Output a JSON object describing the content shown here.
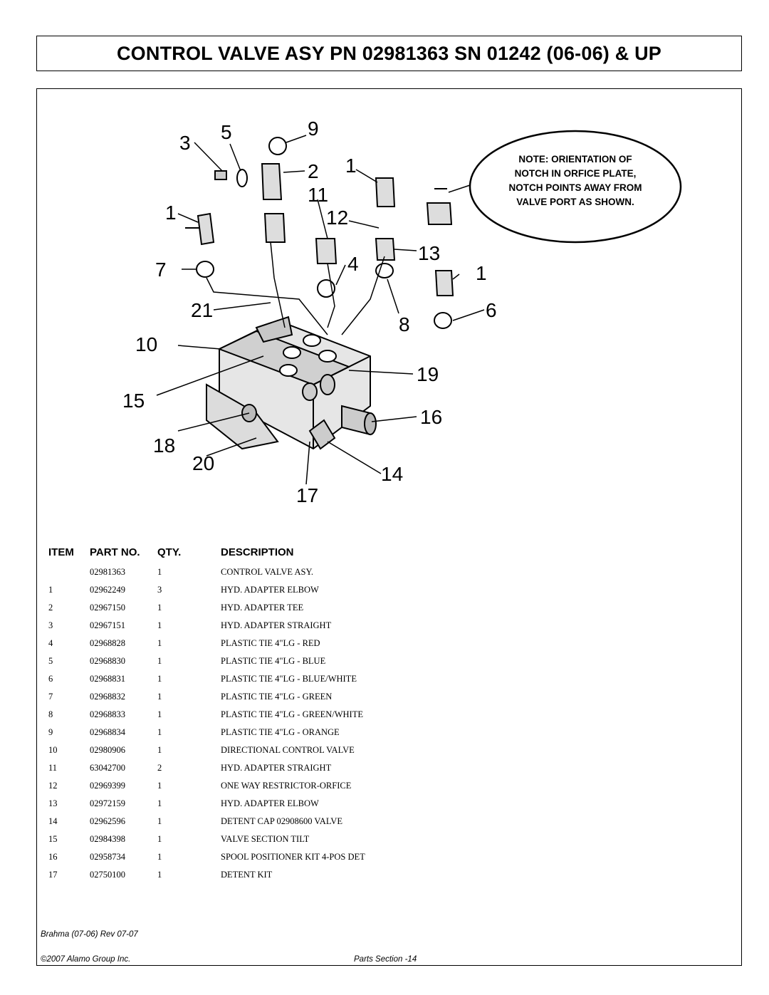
{
  "title": "CONTROL VALVE ASY PN 02981363 SN 01242 (06-06) & UP",
  "note": {
    "lines": [
      "NOTE: ORIENTATION OF",
      "NOTCH IN ORFICE PLATE,",
      "NOTCH POINTS AWAY FROM",
      "VALVE PORT AS SHOWN."
    ]
  },
  "callouts": [
    "3",
    "5",
    "9",
    "2",
    "1",
    "11",
    "12",
    "1",
    "7",
    "13",
    "4",
    "1",
    "21",
    "8",
    "6",
    "10",
    "19",
    "15",
    "16",
    "18",
    "20",
    "14",
    "17"
  ],
  "table": {
    "headers": {
      "item": "ITEM",
      "part": "PART NO.",
      "qty": "QTY.",
      "desc": "DESCRIPTION"
    },
    "rows": [
      {
        "item": "",
        "part": "02981363",
        "qty": "1",
        "desc": "CONTROL VALVE ASY."
      },
      {
        "item": "1",
        "part": "02962249",
        "qty": "3",
        "desc": "HYD. ADAPTER ELBOW"
      },
      {
        "item": "2",
        "part": "02967150",
        "qty": "1",
        "desc": "HYD. ADAPTER TEE"
      },
      {
        "item": "3",
        "part": "02967151",
        "qty": "1",
        "desc": "HYD. ADAPTER STRAIGHT"
      },
      {
        "item": "4",
        "part": "02968828",
        "qty": "1",
        "desc": "PLASTIC TIE 4\"LG - RED"
      },
      {
        "item": "5",
        "part": "02968830",
        "qty": "1",
        "desc": "PLASTIC TIE 4\"LG - BLUE"
      },
      {
        "item": "6",
        "part": "02968831",
        "qty": "1",
        "desc": "PLASTIC TIE 4\"LG - BLUE/WHITE"
      },
      {
        "item": "7",
        "part": "02968832",
        "qty": "1",
        "desc": "PLASTIC TIE 4\"LG - GREEN"
      },
      {
        "item": "8",
        "part": "02968833",
        "qty": "1",
        "desc": "PLASTIC TIE 4\"LG - GREEN/WHITE"
      },
      {
        "item": "9",
        "part": "02968834",
        "qty": "1",
        "desc": "PLASTIC TIE 4\"LG - ORANGE"
      },
      {
        "item": "10",
        "part": "02980906",
        "qty": "1",
        "desc": "DIRECTIONAL CONTROL VALVE"
      },
      {
        "item": "11",
        "part": "63042700",
        "qty": "2",
        "desc": "HYD. ADAPTER STRAIGHT"
      },
      {
        "item": "12",
        "part": "02969399",
        "qty": "1",
        "desc": "ONE WAY RESTRICTOR-ORFICE"
      },
      {
        "item": "13",
        "part": "02972159",
        "qty": "1",
        "desc": "HYD. ADAPTER ELBOW"
      },
      {
        "item": "14",
        "part": "02962596",
        "qty": "1",
        "desc": "DETENT CAP 02908600 VALVE"
      },
      {
        "item": "15",
        "part": "02984398",
        "qty": "1",
        "desc": "VALVE SECTION TILT"
      },
      {
        "item": "16",
        "part": "02958734",
        "qty": "1",
        "desc": "SPOOL POSITIONER KIT 4-POS DET"
      },
      {
        "item": "17",
        "part": "02750100",
        "qty": "1",
        "desc": "DETENT KIT"
      }
    ]
  },
  "footer": {
    "revision": "Brahma (07-06) Rev 07-07",
    "copyright": "©2007 Alamo Group Inc.",
    "section": "Parts Section -14"
  }
}
